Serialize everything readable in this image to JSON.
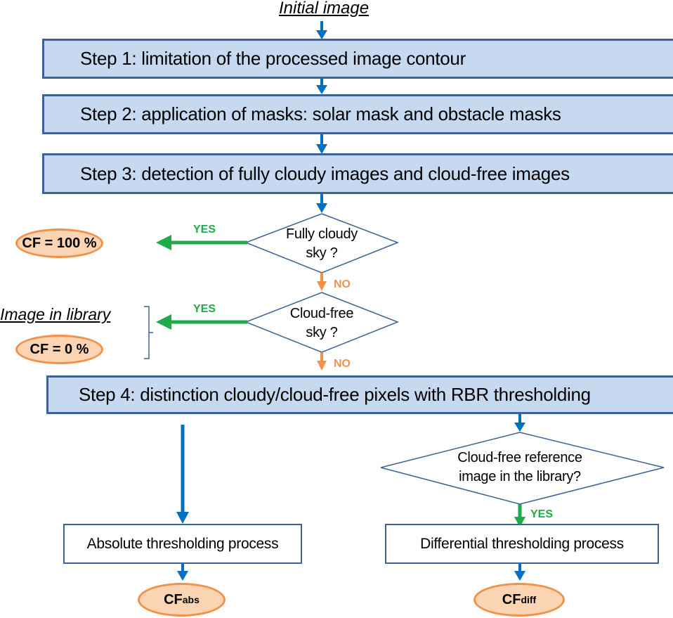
{
  "diagram": {
    "title": "Initial image",
    "steps": [
      {
        "label": "Step 1: limitation of the processed image contour"
      },
      {
        "label": "Step 2:  application of masks: solar mask and obstacle masks"
      },
      {
        "label": "Step 3:  detection of fully cloudy images and cloud-free images"
      },
      {
        "label": "Step 4:  distinction cloudy/cloud-free pixels with RBR thresholding"
      }
    ],
    "decisions": [
      {
        "line1": "Fully cloudy",
        "line2": "sky ?"
      },
      {
        "line1": "Cloud-free",
        "line2": "sky ?"
      },
      {
        "line1": "Cloud-free reference",
        "line2": "image in the library?"
      }
    ],
    "branch_labels": {
      "yes": "YES",
      "no": "NO"
    },
    "outcomes": {
      "cf_100": "CF = 100 %",
      "cf_0": "CF = 0 %",
      "image_in_library": "Image in library",
      "cf_abs_main": "CF",
      "cf_abs_sub": "abs",
      "cf_diff_main": "CF",
      "cf_diff_sub": "diff"
    },
    "processes": {
      "absolute": "Absolute thresholding process",
      "differential": "Differential thresholding process"
    },
    "colors": {
      "step_fill": "#c6d9f0",
      "step_border": "#3c6296",
      "flow_arrow": "#0070c0",
      "yes_arrow": "#1fab4a",
      "no_arrow": "#f0924a",
      "oval_fill": "#fad4b3",
      "oval_border": "#f0924a"
    }
  }
}
